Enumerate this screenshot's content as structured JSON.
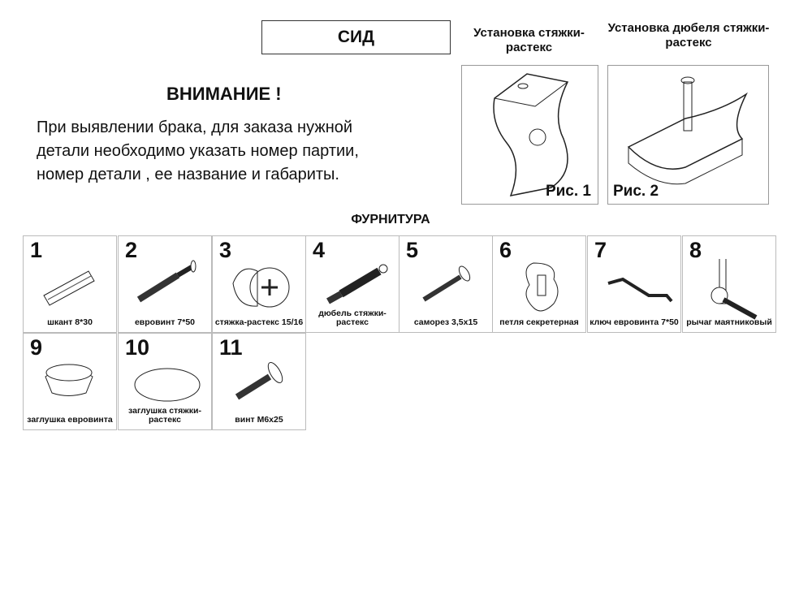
{
  "title": "СИД",
  "figures": [
    {
      "heading": "Установка стяжки-растекс",
      "label": "Рис. 1"
    },
    {
      "heading": "Установка дюбеля стяжки-растекс",
      "label": "Рис. 2"
    }
  ],
  "warning": {
    "title": "ВНИМАНИЕ !",
    "lines": [
      "При выявлении брака, для заказа нужной",
      "детали необходимо указать номер партии,",
      "номер детали , ее название и габариты."
    ]
  },
  "hardware": {
    "title": "ФУРНИТУРА",
    "items": [
      {
        "n": "1",
        "label": "шкант 8*30"
      },
      {
        "n": "2",
        "label": "евровинт 7*50"
      },
      {
        "n": "3",
        "label": "стяжка-растекс 15/16"
      },
      {
        "n": "4",
        "label": "дюбель стяжки-растекс"
      },
      {
        "n": "5",
        "label": "саморез 3,5х15"
      },
      {
        "n": "6",
        "label": "петля секретерная"
      },
      {
        "n": "7",
        "label": "ключ евровинта 7*50"
      },
      {
        "n": "8",
        "label": "рычаг маятниковый"
      },
      {
        "n": "9",
        "label": "заглушка евровинта"
      },
      {
        "n": "10",
        "label": "заглушка стяжки-растекс"
      },
      {
        "n": "11",
        "label": "винт М6х25"
      }
    ]
  }
}
